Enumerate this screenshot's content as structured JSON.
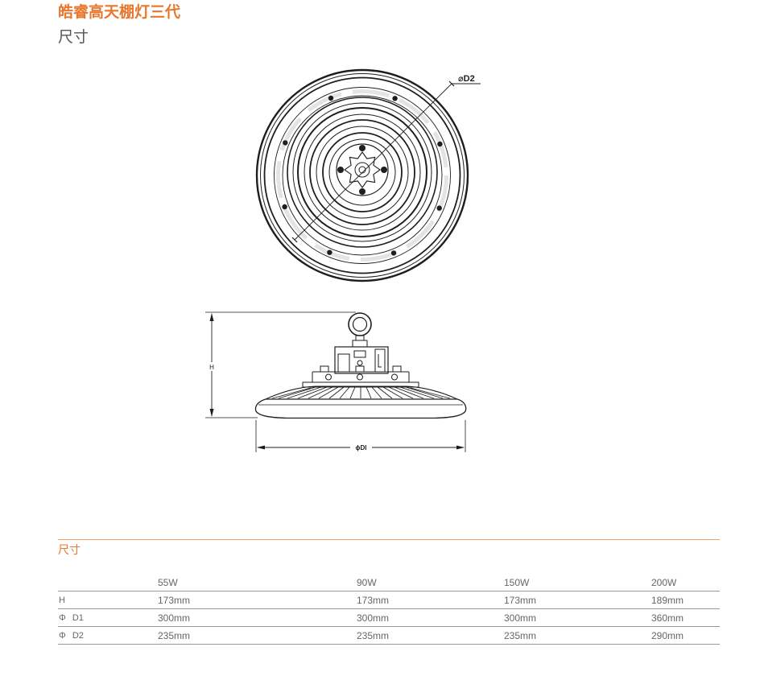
{
  "page": {
    "title": "皓睿高天棚灯三代",
    "subtitle": "尺寸"
  },
  "drawing": {
    "top_view_label": "⌀D2",
    "height_label": "H",
    "diameter_label": "ϕDI"
  },
  "spec_section": {
    "heading": "尺寸",
    "columns": [
      "55W",
      "90W",
      "150W",
      "200W"
    ],
    "rows": [
      {
        "label": "H",
        "values": [
          "173mm",
          "173mm",
          "173mm",
          "189mm"
        ]
      },
      {
        "label": "Φ D1",
        "values": [
          "300mm",
          "300mm",
          "300mm",
          "360mm"
        ]
      },
      {
        "label": "Φ D2",
        "values": [
          "235mm",
          "235mm",
          "235mm",
          "290mm"
        ]
      }
    ]
  },
  "colors": {
    "accent": "#E8772E",
    "rule": "#F3A46E",
    "text": "#555555",
    "cell": "#666666",
    "line": "#9a9a9a"
  }
}
